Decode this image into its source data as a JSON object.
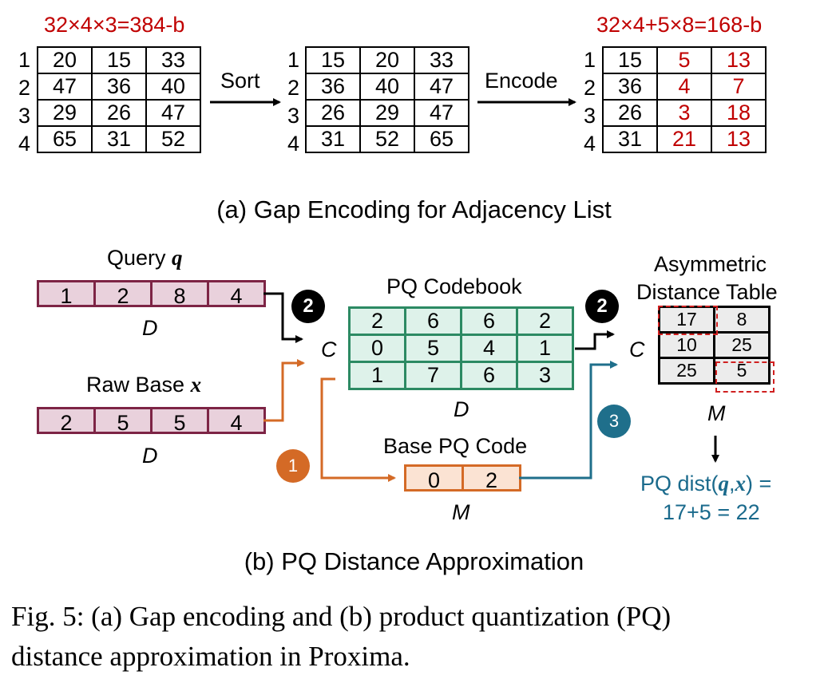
{
  "panel_a": {
    "before_size": "32×4×3=384-b",
    "after_size": "32×4+5×8=168-b",
    "sort_label": "Sort",
    "encode_label": "Encode",
    "row_numbers": [
      "1",
      "2",
      "3",
      "4"
    ],
    "original": [
      [
        "20",
        "15",
        "33"
      ],
      [
        "47",
        "36",
        "40"
      ],
      [
        "29",
        "26",
        "47"
      ],
      [
        "65",
        "31",
        "52"
      ]
    ],
    "sorted": [
      [
        "15",
        "20",
        "33"
      ],
      [
        "36",
        "40",
        "47"
      ],
      [
        "26",
        "29",
        "47"
      ],
      [
        "31",
        "52",
        "65"
      ]
    ],
    "encoded": [
      [
        "15",
        "5",
        "13"
      ],
      [
        "36",
        "4",
        "7"
      ],
      [
        "26",
        "3",
        "18"
      ],
      [
        "31",
        "21",
        "13"
      ]
    ],
    "caption": "(a) Gap Encoding for Adjacency List"
  },
  "panel_b": {
    "query_label": "Query ",
    "query_var": "q",
    "query_values": [
      "1",
      "2",
      "8",
      "4"
    ],
    "raw_base_label": "Raw Base ",
    "raw_base_var": "x",
    "raw_base_values": [
      "2",
      "5",
      "5",
      "4"
    ],
    "dim_label": "D",
    "c_label": "C",
    "m_label": "M",
    "codebook_title": "PQ Codebook",
    "codebook": [
      [
        "2",
        "6",
        "6",
        "2"
      ],
      [
        "0",
        "5",
        "4",
        "1"
      ],
      [
        "1",
        "7",
        "6",
        "3"
      ]
    ],
    "base_pq_title": "Base PQ Code",
    "base_pq_values": [
      "0",
      "2"
    ],
    "adt_title_line1": "Asymmetric",
    "adt_title_line2": "Distance Table",
    "adt": [
      [
        "17",
        "8"
      ],
      [
        "10",
        "25"
      ],
      [
        "25",
        "5"
      ]
    ],
    "pq_dist_prefix": "PQ dist(",
    "pq_dist_q": "q",
    "pq_dist_comma": ",",
    "pq_dist_x": "x",
    "pq_dist_suffix": ") =",
    "pq_dist_result": "17+5 = 22",
    "step_1": "1",
    "step_2": "2",
    "step_3": "3",
    "caption": "(b) PQ Distance Approximation"
  },
  "figure_caption_line1": "Fig. 5: (a) Gap encoding and (b) product quantization (PQ)",
  "figure_caption_line2": "distance approximation in Proxima.",
  "colors": {
    "red": "#c00000",
    "teal_blue": "#1a6a8c",
    "orange": "#d46a26",
    "plum": "#7d2445",
    "green": "#2c8a63"
  }
}
